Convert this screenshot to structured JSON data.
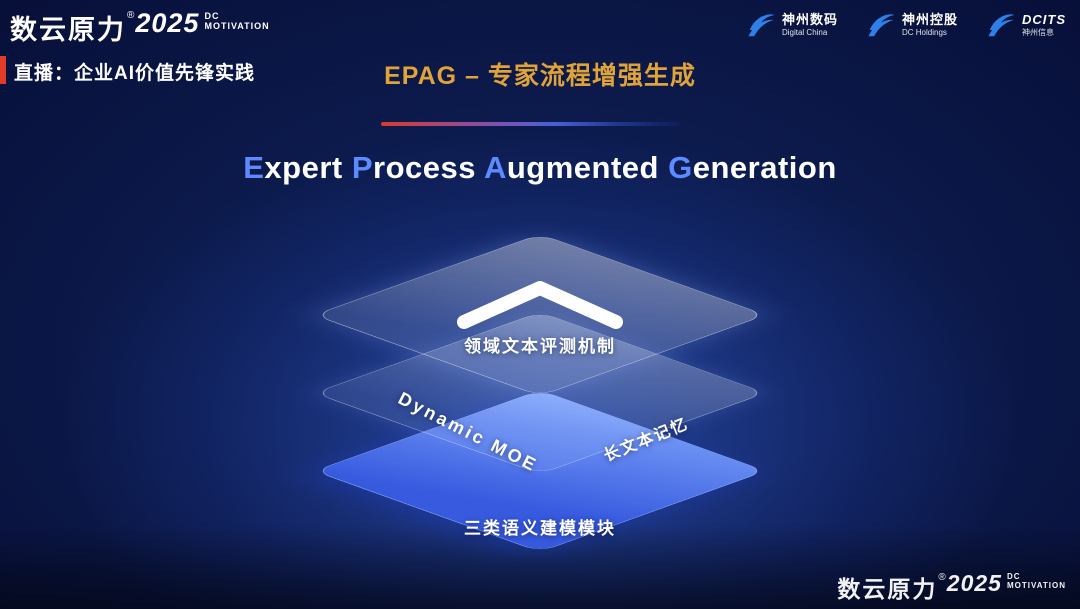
{
  "colors": {
    "accent_gold": "#dfa339",
    "accent_blue_caps": "#5d8bff",
    "accent_red": "#e23b28",
    "layer_blue": "#3f66e8"
  },
  "brand": {
    "cn": "数云原力",
    "reg": "®",
    "year": "2025",
    "dc": "DC",
    "motivation": "MOTIVATION"
  },
  "header": {
    "live_label": "直播：企业AI价值先锋实践",
    "title": "EPAG – 专家流程增强生成"
  },
  "partner_logos": [
    {
      "name": "神州数码",
      "sub": "Digital China"
    },
    {
      "name": "神州控股",
      "sub": "DC Holdings"
    },
    {
      "name": "DCITS",
      "sub": "神州信息"
    }
  ],
  "headline": {
    "seg": [
      "E",
      "xpert ",
      "P",
      "rocess ",
      "A",
      "ugmented ",
      "G",
      "eneration"
    ]
  },
  "diagram": {
    "top_layer_label": "领域文本评测机制",
    "middle_left_label": "Dynamic MOE",
    "middle_right_label": "长文本记忆",
    "bottom_layer_label": "三类语义建模模块"
  }
}
